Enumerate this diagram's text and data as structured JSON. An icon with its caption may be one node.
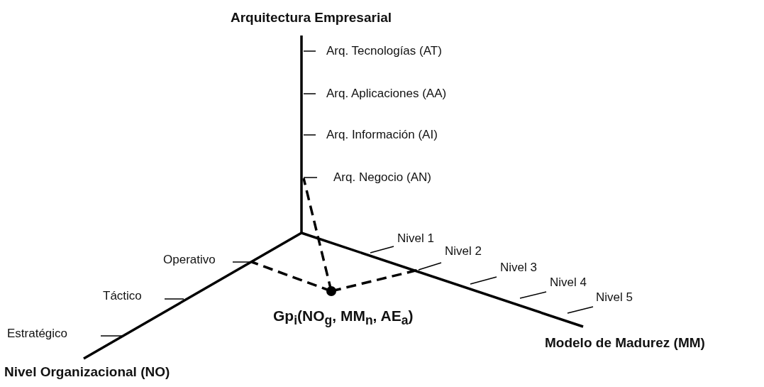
{
  "diagram": {
    "nodes": [
      {
        "text": [
          "Arq. Negocio (AN)"
        ]
      },
      {
        "text": [
          "Operativo"
        ]
      },
      {
        "text": [
          "Nivel 2"
        ]
      },
      {
        "text": [
          "Gp$_{i}$(NO$_{g}$, MM$_{n}$, AE$_{a}$)"
        ]
      }
    ],
    "edges": [
      {
        "from": 3,
        "to": 0,
        "arrow": "none",
        "style": "dashed"
      },
      {
        "from": 3,
        "to": 1,
        "arrow": "none",
        "style": "dashed"
      },
      {
        "from": 3,
        "to": 2,
        "arrow": "none",
        "style": "dashed"
      }
    ],
    "labels": [
      "Arquitectura Empresarial",
      "Arq. Tecnologías (AT)",
      "Arq. Aplicaciones (AA)",
      "Arq. Información (AI)",
      "Nivel 1",
      "Nivel 3",
      "Táctico",
      "Nivel 4",
      "Nivel 5",
      "Estratégico",
      "Modelo de Madurez (MM)",
      "Nivel Organizacional (NO)"
    ]
  }
}
